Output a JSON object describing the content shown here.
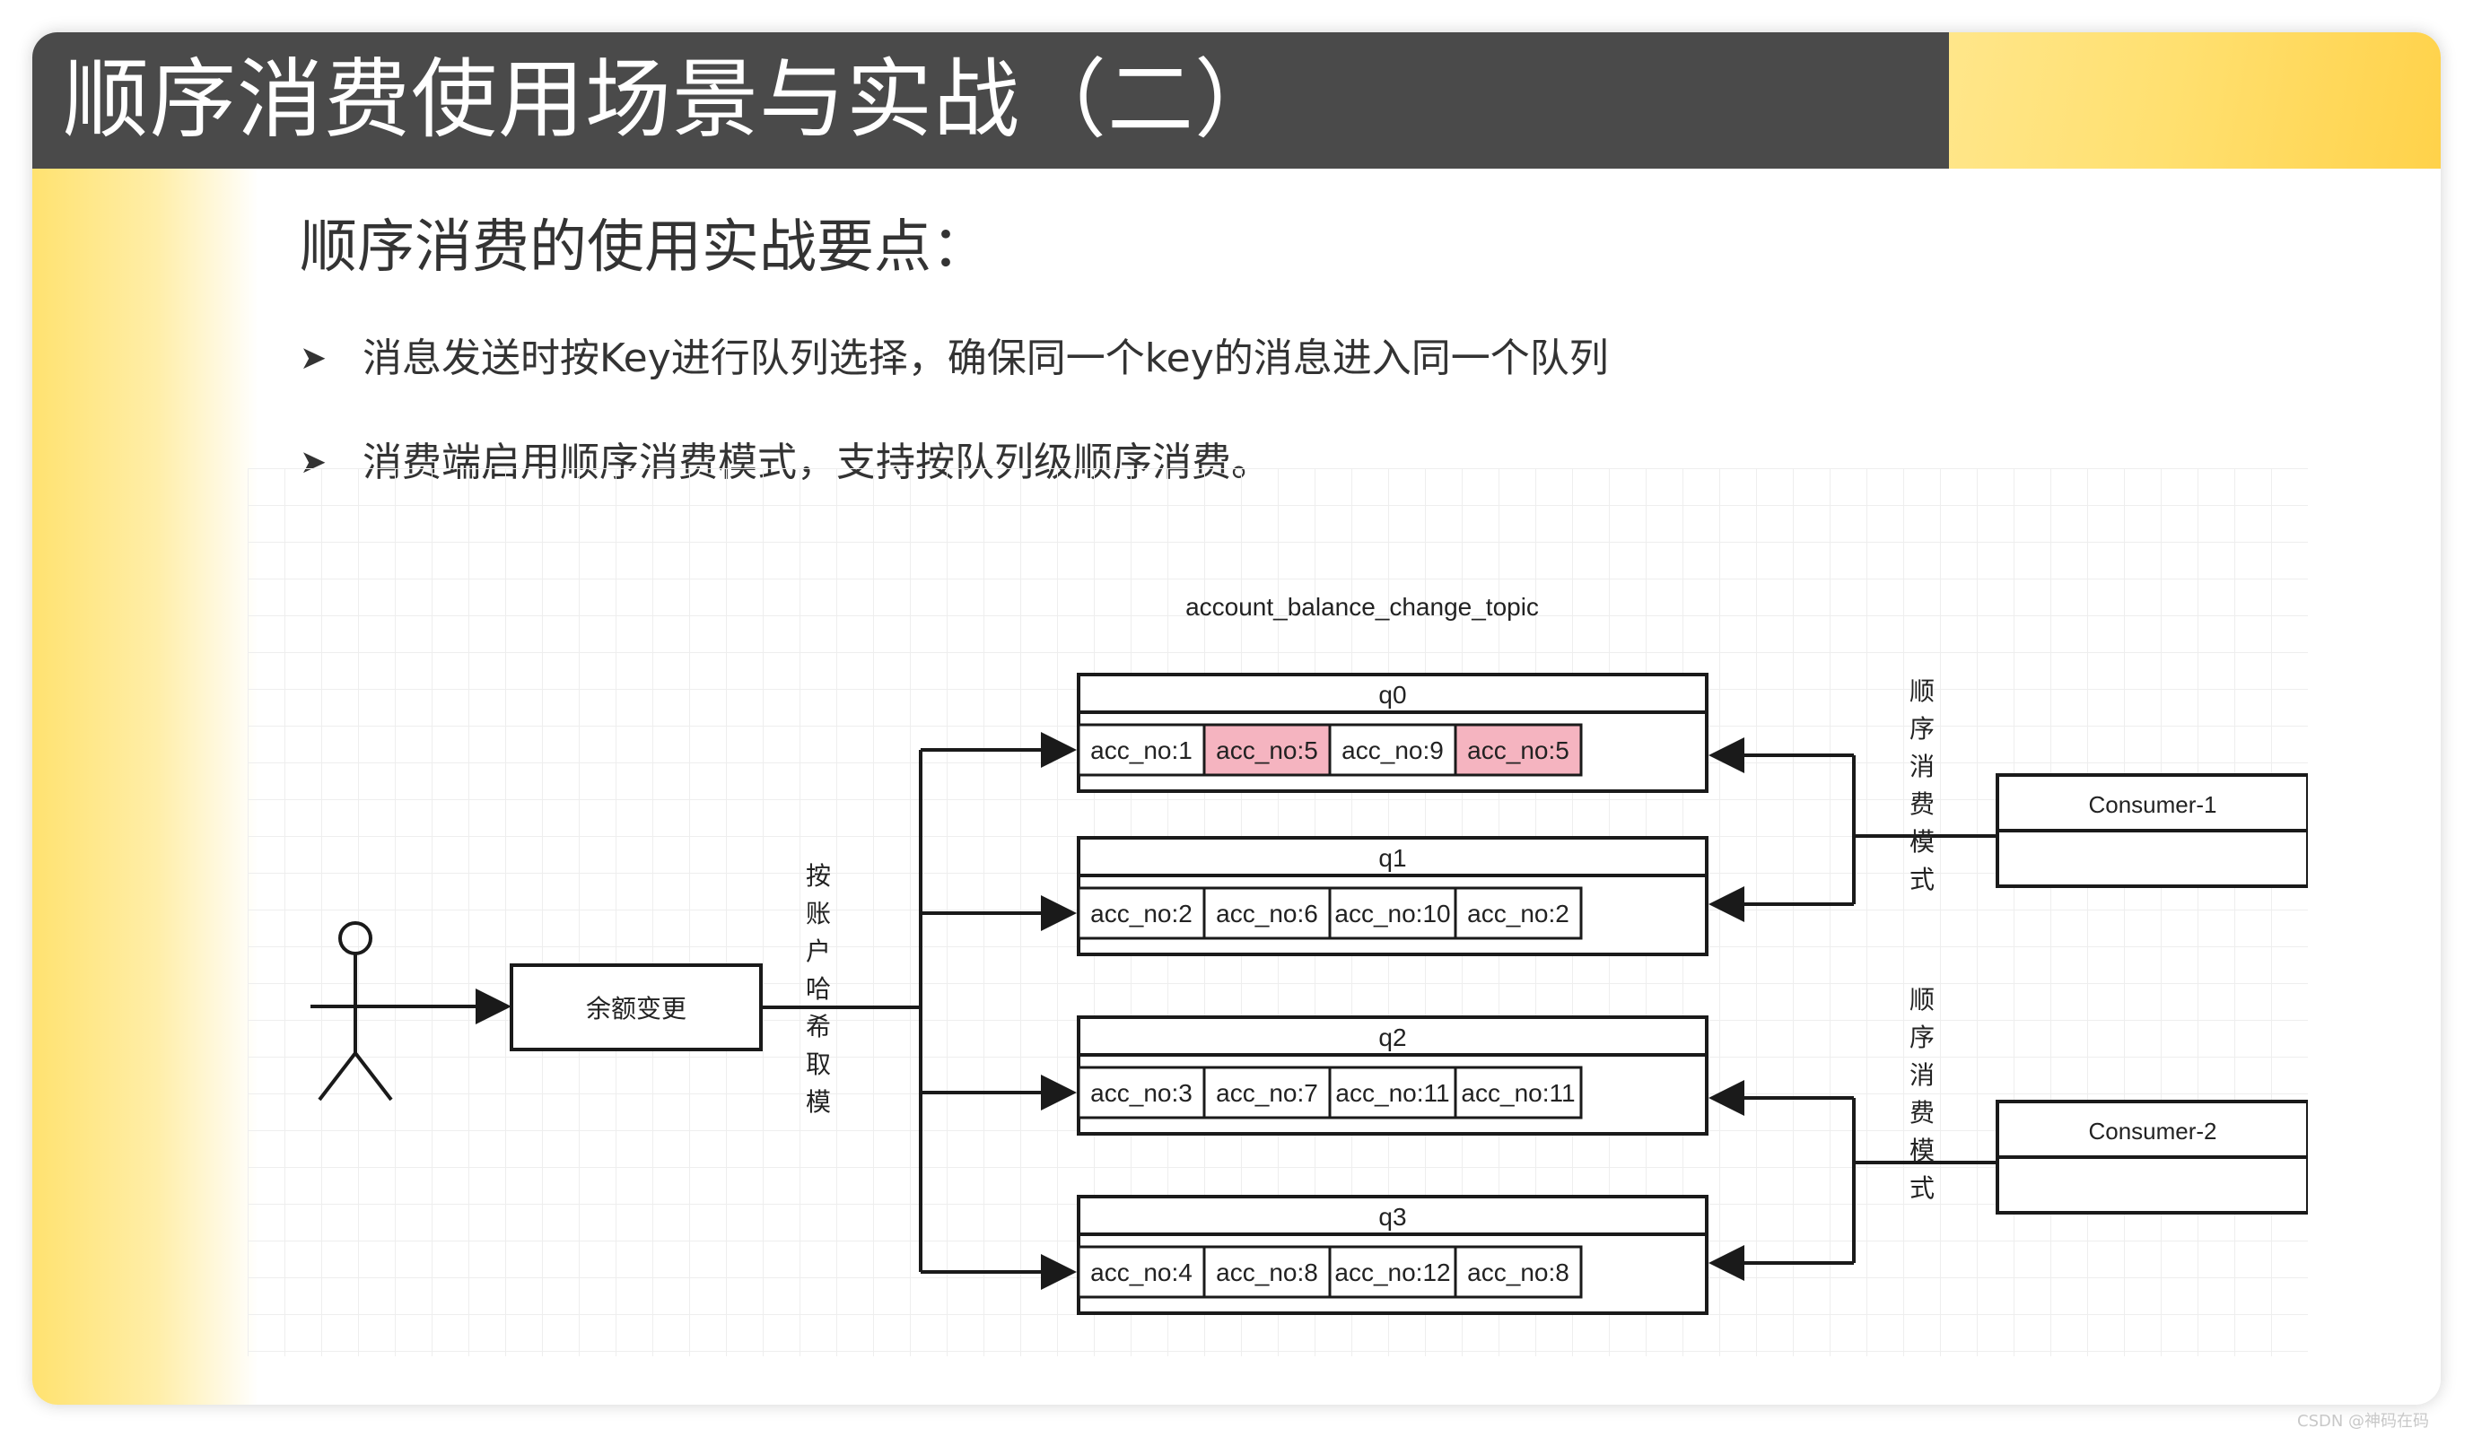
{
  "slide": {
    "title": "顺序消费使用场景与实战（二）",
    "subtitle": "顺序消费的使用实战要点：",
    "bullets": [
      "消息发送时按Key进行队列选择，确保同一个key的消息进入同一个队列",
      "消费端启用顺序消费模式，支持按队列级顺序消费。"
    ],
    "bullet_icon": "arrowhead-bullet-icon"
  },
  "diagram": {
    "topic_label": "account_balance_change_topic",
    "actor_icon": "stick-figure-icon",
    "producer_label": "余额变更",
    "routing_label": [
      "按",
      "账",
      "户",
      "哈",
      "希",
      "取",
      "模"
    ],
    "queues": [
      {
        "name": "q0",
        "cells": [
          {
            "text": "acc_no:1",
            "highlight": false
          },
          {
            "text": "acc_no:5",
            "highlight": true
          },
          {
            "text": "acc_no:9",
            "highlight": false
          },
          {
            "text": "acc_no:5",
            "highlight": true
          }
        ]
      },
      {
        "name": "q1",
        "cells": [
          {
            "text": "acc_no:2",
            "highlight": false
          },
          {
            "text": "acc_no:6",
            "highlight": false
          },
          {
            "text": "acc_no:10",
            "highlight": false
          },
          {
            "text": "acc_no:2",
            "highlight": false
          }
        ]
      },
      {
        "name": "q2",
        "cells": [
          {
            "text": "acc_no:3",
            "highlight": false
          },
          {
            "text": "acc_no:7",
            "highlight": false
          },
          {
            "text": "acc_no:11",
            "highlight": false
          },
          {
            "text": "acc_no:11",
            "highlight": false
          }
        ]
      },
      {
        "name": "q3",
        "cells": [
          {
            "text": "acc_no:4",
            "highlight": false
          },
          {
            "text": "acc_no:8",
            "highlight": false
          },
          {
            "text": "acc_no:12",
            "highlight": false
          },
          {
            "text": "acc_no:8",
            "highlight": false
          }
        ]
      }
    ],
    "consumers": [
      {
        "name": "Consumer-1",
        "mode_label": [
          "顺",
          "序",
          "消",
          "费",
          "模",
          "式"
        ]
      },
      {
        "name": "Consumer-2",
        "mode_label": [
          "顺",
          "序",
          "消",
          "费",
          "模",
          "式"
        ]
      }
    ],
    "colors": {
      "highlight": "#f5b4c0",
      "line": "#1a1a1a",
      "grid": "#e6e6e6"
    }
  },
  "watermark": "CSDN @神码在码"
}
